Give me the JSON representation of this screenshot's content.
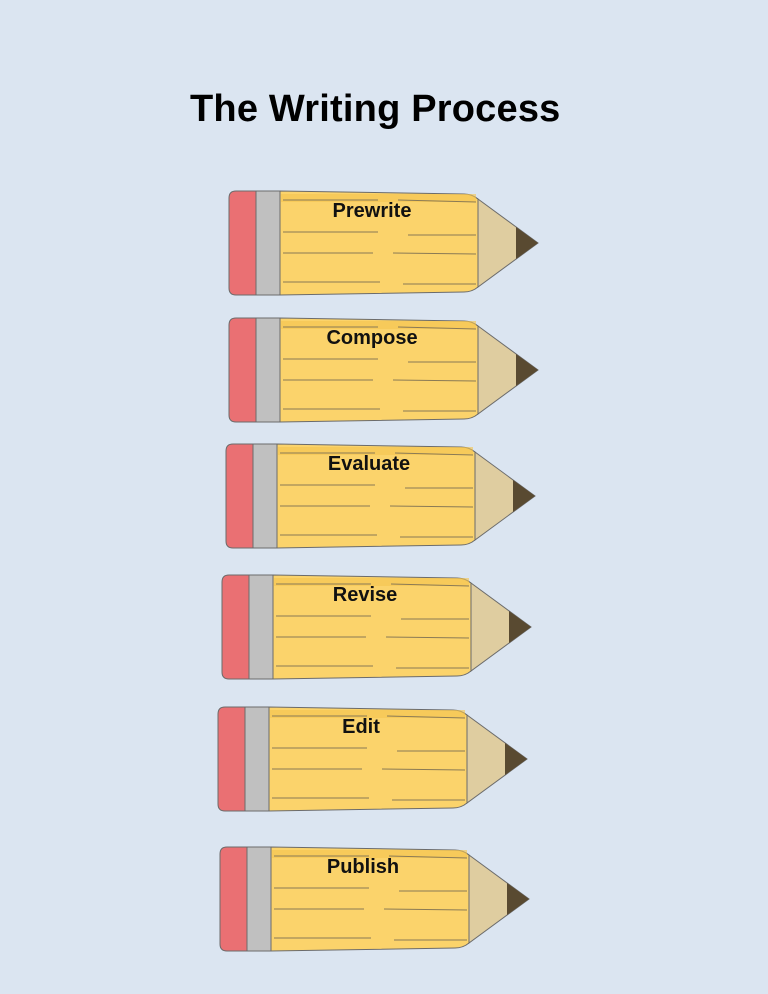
{
  "page": {
    "title": "The Writing Process",
    "background": "#dbe5f1"
  },
  "colors": {
    "eraser": "#ea7073",
    "ferrule": "#c0c0c0",
    "body": "#fbd36b",
    "wood": "#dfcda0",
    "lead": "#594a31",
    "outline": "#6b6b6b"
  },
  "steps": [
    {
      "label": "Prewrite"
    },
    {
      "label": "Compose"
    },
    {
      "label": "Evaluate"
    },
    {
      "label": "Revise"
    },
    {
      "label": "Edit"
    },
    {
      "label": "Publish"
    }
  ]
}
